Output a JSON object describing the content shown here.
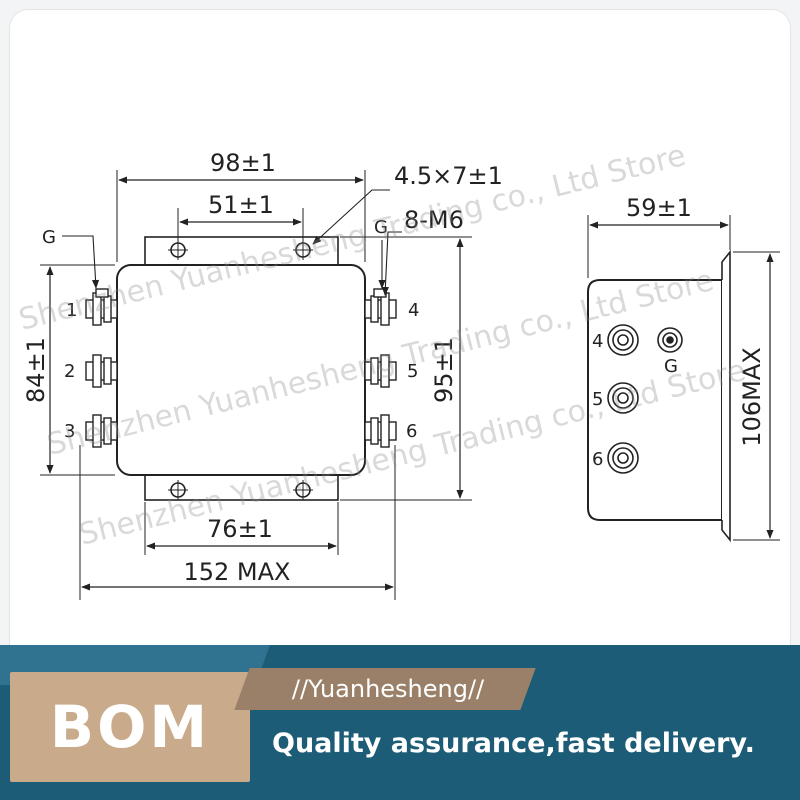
{
  "front_view": {
    "dims": {
      "width_total": "98±1",
      "mount_spacing": "51±1",
      "slot": "4.5×7±1",
      "thread": "8-M6",
      "height_body": "84±1",
      "height_flange": "95±1",
      "bottom_spacing": "76±1",
      "overall_length": "152 MAX"
    },
    "ground_labels": [
      "G",
      "G"
    ],
    "terminals_left": [
      "1",
      "2",
      "3"
    ],
    "terminals_right": [
      "4",
      "5",
      "6"
    ]
  },
  "side_view": {
    "dims": {
      "depth": "59±1",
      "height_max": "106MAX"
    },
    "terminals": [
      "4",
      "5",
      "6"
    ],
    "ground_label": "G"
  },
  "watermark": "Shenzhen Yuanhesheng Trading co., Ltd Store",
  "banner": {
    "brand": "BOM",
    "company": "//Yuanhesheng//",
    "slogan": "Quality assurance,fast delivery."
  },
  "colors": {
    "banner_bg": "#1d5c77",
    "brand_box": "#c9aa8a",
    "company_pill": "#9a8068",
    "line": "#222222"
  }
}
